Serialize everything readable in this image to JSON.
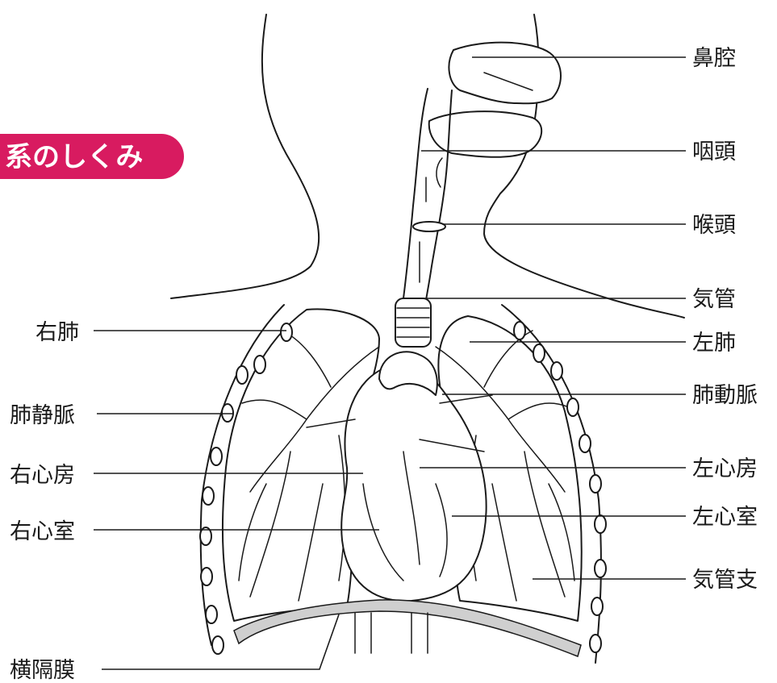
{
  "title": {
    "text": "系のしくみ",
    "color": "#d81b60"
  },
  "labels": {
    "nasal_cavity": "鼻腔",
    "pharynx": "咽頭",
    "larynx": "喉頭",
    "trachea": "気管",
    "left_lung": "左肺",
    "pulmonary_artery": "肺動脈",
    "left_atrium": "左心房",
    "left_ventricle": "左心室",
    "bronchi": "気管支",
    "right_lung": "右肺",
    "pulmonary_vein": "肺静脈",
    "right_atrium": "右心房",
    "right_ventricle": "右心室",
    "diaphragm": "横隔膜"
  },
  "colors": {
    "line": "#1a1a1a",
    "diaphragm_fill": "#cfcfcf",
    "title_badge": "#d81b60"
  }
}
